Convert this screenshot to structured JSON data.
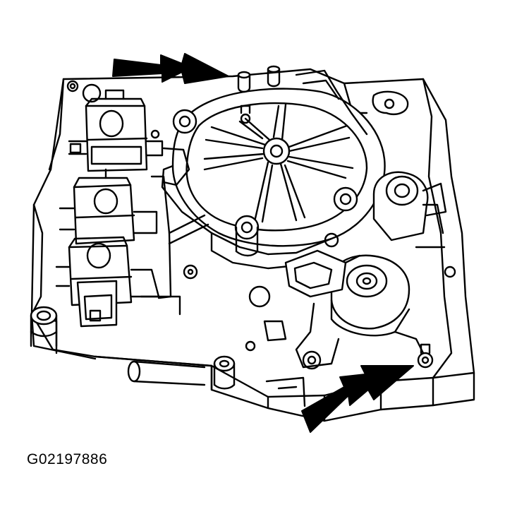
{
  "figure": {
    "id_label": "G02197886",
    "subject": "transmission-valve-body-line-drawing",
    "arrow_count": 2
  },
  "colors": {
    "ink": "#000000",
    "paper": "#ffffff",
    "arrow_fill": "#000000"
  }
}
